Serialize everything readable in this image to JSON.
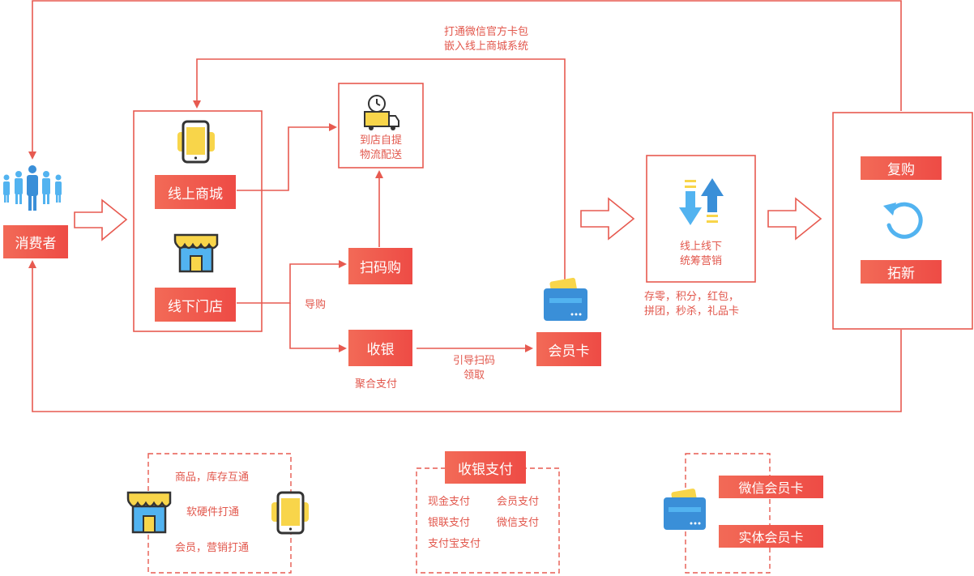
{
  "nodes": {
    "consumer": "消费者",
    "online_mall": "线上商城",
    "offline_store": "线下门店",
    "pickup_line1": "到店自提",
    "pickup_line2": "物流配送",
    "scan_buy": "扫码购",
    "cashier": "收银",
    "member_card": "会员卡",
    "marketing_line1": "线上线下",
    "marketing_line2": "统筹营销",
    "repurchase": "复购",
    "acquire": "拓新"
  },
  "edge_labels": {
    "wechat_line1": "打通微信官方卡包",
    "wechat_line2": "嵌入线上商城系统",
    "guide_buy": "导购",
    "aggregate_pay": "聚合支付",
    "guide_scan_line1": "引导扫码",
    "guide_scan_line2": "领取",
    "marketing_items_line1": "存零，积分，红包，",
    "marketing_items_line2": "拼团，秒杀，礼品卡"
  },
  "bottom": {
    "sync_items": [
      "商品，库存互通",
      "软硬件打通",
      "会员，营销打通"
    ],
    "cashier_pay": {
      "title": "收银支付",
      "methods": [
        "现金支付",
        "会员支付",
        "银联支付",
        "微信支付",
        "支付宝支付"
      ]
    },
    "cards": [
      "微信会员卡",
      "实体会员卡"
    ]
  },
  "colors": {
    "accent": "#ee4b45",
    "line": "#e75a50",
    "icon_yellow": "#f8d54a",
    "icon_blue": "#3a8fd8",
    "icon_sky": "#52b3f0"
  },
  "icons": [
    "people-icon",
    "phone-icon",
    "store-icon",
    "delivery-truck-icon",
    "member-card-icon",
    "up-down-arrows-icon",
    "refresh-icon"
  ]
}
